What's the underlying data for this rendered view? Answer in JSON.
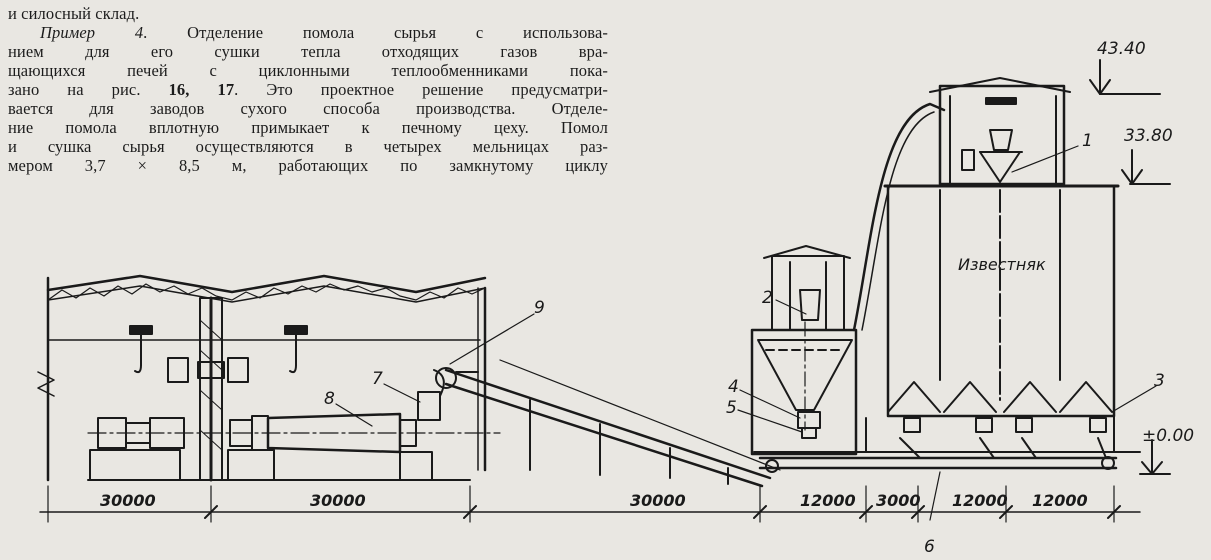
{
  "text": {
    "line0": "и силосный склад.",
    "example_label": "Пример 4",
    "line1_rest": ". Отделение помола сырья с использова-",
    "line2": "нием для его сушки тепла отходящих газов вра-",
    "line3": "щающихся печей с циклонными теплообменниками пока-",
    "line4_pre": "зано на рис. ",
    "line4_fig": "16, 17",
    "line4_post": ". Это проектное решение предусматри-",
    "line5": "вается для заводов сухого способа производства. Отделе-",
    "line6": "ние помола вплотную примыкает к печному цеху. Помол",
    "line7": "и сушка сырья осуществляются в четырех мельницах раз-",
    "line8": "мером 3,7 × 8,5 м, работающих по замкнутому циклу"
  },
  "drawing": {
    "levels": {
      "top": "43.40",
      "middle": "33.80",
      "ground": "±0.00"
    },
    "silo_label": "Известняк",
    "callouts": [
      "1",
      "2",
      "3",
      "4",
      "5",
      "6",
      "7",
      "8",
      "9"
    ],
    "dimensions": [
      "30000",
      "30000",
      "30000",
      "12000",
      "3000",
      "12000",
      "12000"
    ]
  }
}
